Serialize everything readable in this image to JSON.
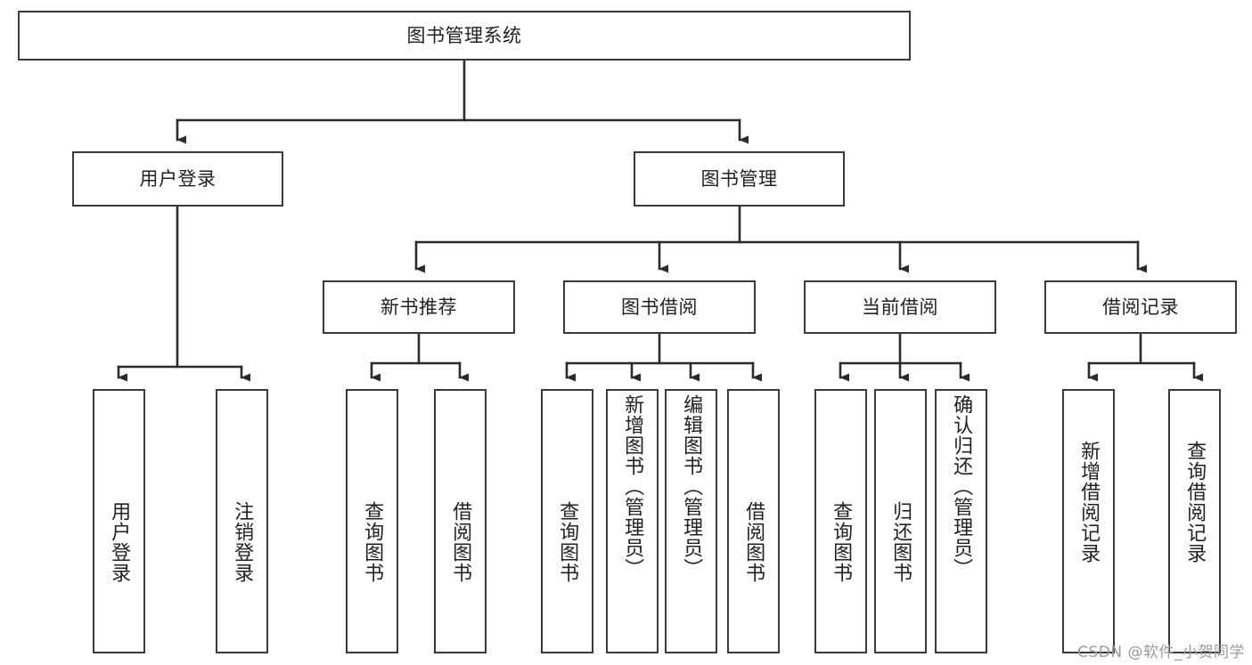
{
  "diagram": {
    "title": "图书管理系统",
    "type": "tree-hierarchy",
    "watermark": "CSDN @软件_小贺同学",
    "colors": {
      "box_border": "#3a3a3a",
      "box_fill": "#ffffff",
      "edge": "#2b2b2b",
      "text": "#222222",
      "watermark": "#9a9a9a"
    },
    "root": {
      "label": "图书管理系统"
    },
    "level2": [
      {
        "label": "用户登录"
      },
      {
        "label": "图书管理"
      }
    ],
    "level3": [
      {
        "label": "新书推荐"
      },
      {
        "label": "图书借阅"
      },
      {
        "label": "当前借阅"
      },
      {
        "label": "借阅记录"
      }
    ],
    "leaves": {
      "user_login": [
        {
          "label": "用户登录"
        },
        {
          "label": "注销登录"
        }
      ],
      "new_book_recommend": [
        {
          "label": "查询图书"
        },
        {
          "label": "借阅图书"
        }
      ],
      "book_borrow": [
        {
          "label": "查询图书"
        },
        {
          "label": "新增图书（管理员）"
        },
        {
          "label": "编辑图书（管理员）"
        },
        {
          "label": "借阅图书"
        }
      ],
      "current_borrow": [
        {
          "label": "查询图书"
        },
        {
          "label": "归还图书"
        },
        {
          "label": "确认归还（管理员）"
        }
      ],
      "borrow_records": [
        {
          "label": "新增借阅记录"
        },
        {
          "label": "查询借阅记录"
        }
      ]
    }
  }
}
